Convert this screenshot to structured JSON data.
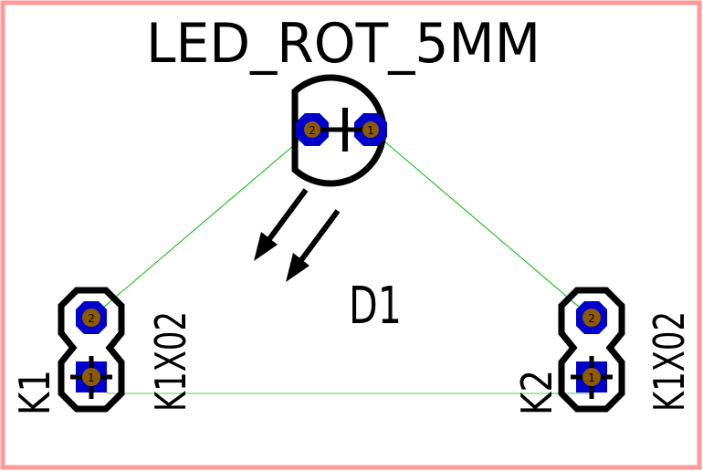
{
  "board": {
    "outline_color": "#ff9a9a",
    "copper_color": "#0000cc",
    "drill_color": "#8c5a00",
    "airwire_color": "#00c000",
    "silkscreen_color": "#000000"
  },
  "led": {
    "value": "LED_ROT_5MM",
    "name": "D1",
    "pads": [
      "2",
      "1"
    ]
  },
  "connectors": [
    {
      "name": "K1",
      "value": "K1X02",
      "pads": [
        "2",
        "1"
      ]
    },
    {
      "name": "K2",
      "value": "K1X02",
      "pads": [
        "2",
        "1"
      ]
    }
  ]
}
